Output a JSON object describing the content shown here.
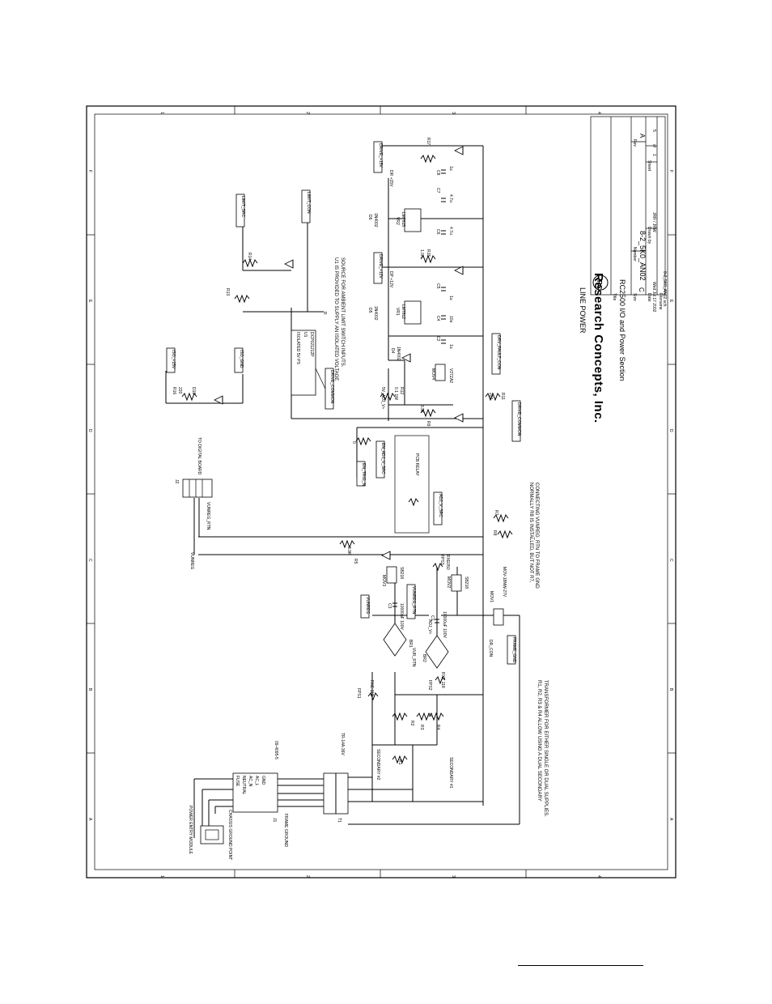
{
  "title_block": {
    "company": "Research Concepts, Inc.",
    "section": "LINE POWER",
    "title_label": "Title",
    "title": "RC2500 I/O and Power Section",
    "size_label": "Size",
    "size": "C",
    "number_label": "Number",
    "number": "8-2_5K0_AN02",
    "rev_label": "Rev",
    "rev": "A",
    "date_label": "Date",
    "date": "Wed Jul 17 2002",
    "drawn_label": "Drawn by",
    "drawn": "JRR / JRW",
    "sheet_label": "Sheet",
    "sheet": "1",
    "of": "of",
    "sheets": "5",
    "filename_label": "Filename",
    "filename": "8-2_5K0_AN02.sch"
  },
  "border": {
    "top_zones": [
      "1",
      "2",
      "3",
      "4"
    ],
    "side_zones": [
      "F",
      "E",
      "D",
      "C",
      "B",
      "A"
    ]
  },
  "notes": [
    "R1, R2, R3 & R4 ALLOW USING A DUAL SECONDARY",
    "TRANSFORMER FOR EITHER SINGLE OR DUAL SUPPLIES.",
    "U1 IS PROVIDED TO SUPPLY AN ISOLATED VOLTAGE",
    "SOURCE FOR AMBIENT LIMIT SWITCH INPUTS.",
    "NORMALLY R8 IS INSTALLED, BUT NOT R7,",
    "CONNECTING VUNREG_RTN TO FRAME GND"
  ],
  "nets": [
    "LIMIT_SRC",
    "LIMIT_CON",
    "DRIVE_+15V",
    "DRIVE_+12V",
    "ISO_+15V",
    "ISO_GND",
    "DRIVE_COMMON",
    "DRV_FAULT_CON",
    "EN_ADJ_V_SRC",
    "EN_TRIG_N",
    "ADJ_V_SRC",
    "VUNREG",
    "VUNREG_RTN",
    "FRAME_GND",
    "DR_CON",
    "ADJ_V+",
    "VUR_RTN",
    "5V_ADJ_V+"
  ],
  "components": {
    "j2": "J2",
    "to_digital": "TO DIGITAL BOARD",
    "j1": "J1",
    "j1_part": "09-4095-5",
    "t1": "T1",
    "t1_part": "TR-14A-36V",
    "power_entry": "POWER ENTRY MODULE",
    "chassis": "CHASSIS GROUND POINT",
    "frame_ground": "FRAME GROUND",
    "sec2": "SECONDARY #2",
    "sec1": "SECONDARY #1",
    "br1": "BR1",
    "br2": "BR2",
    "fps1": "FPS1",
    "fps1_v": "RXE 118",
    "fps2": "FPS2",
    "fps2_v": "RXE 118",
    "fps3": "FPS3",
    "fps3_v": "RXE050",
    "c1": "C1",
    "c1_v": "10000uF 100V",
    "c3": "C3",
    "c3_v": "10000uF 100V",
    "mov1": "MOV1",
    "mov1_v": "MOV-18NW-27V",
    "mov2": "MOV2",
    "mov2_v": "SB218",
    "mov3": "MOV3",
    "mov3_v": "SB218",
    "mov4": "MOV4",
    "mov4_v": "V27ZA2",
    "u1": "U1",
    "u1_part": "DCP021212P",
    "u1_title": "ISOLATED 5V PS",
    "vr1": "VR1",
    "vr1_part": "LM7812",
    "vr2": "VR2",
    "vr2_part": "LM7815",
    "d4": "D4",
    "d4_part": "1N4002",
    "d5": "D5",
    "d5_part": "1N4002",
    "d6": "D6",
    "d6_part": "1N4002",
    "relay": "PCB RELAY",
    "r_dash": "R",
    "r1": "R1",
    "r2": "R2",
    "r3": "R3",
    "r4": "R4",
    "r5": "R5",
    "r5_v": "3.9K",
    "r7": "R7",
    "r8": "R8",
    "r9": "R9",
    "r9_v": "3.9K",
    "r10": "R10",
    "r11": "R11",
    "r11_v": "220",
    "r12": "R12",
    "r12_v": "0.1 1W",
    "r13": "R13",
    "r14": "R14",
    "r15": "R15",
    "r15_v": "1.0K",
    "r16": "R16",
    "r16_v": "220",
    "r17": "R17",
    "r17_v": "D18",
    "zero": "0",
    "d10": "D10",
    "d18": "D18",
    "c2": "C2",
    "c2_v": "1u",
    "c4": "C4",
    "c4_v": "10u",
    "c5": "C5",
    "c5_v": "1u",
    "c6": "C6",
    "c6_v": "4.7u",
    "c7": "C7",
    "c7_v": "4.7u",
    "c8": "C8",
    "c8_v": "1u",
    "dp12": "DP +12V",
    "dp15": "DR +15V",
    "vunreg_lbl": "VUNREG",
    "j1_pins": [
      "FUSE",
      "NEUTRAL",
      "AC_N",
      "AC_L",
      "GND"
    ]
  }
}
